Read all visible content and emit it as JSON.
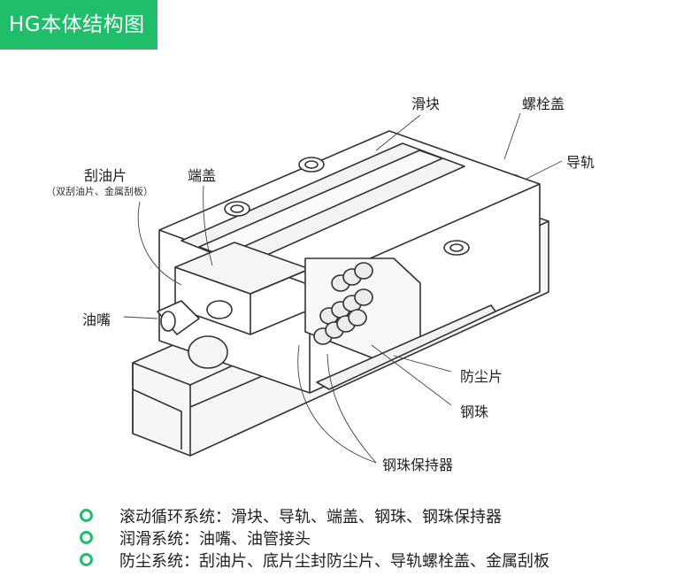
{
  "header": {
    "title": "HG本体结构图"
  },
  "labels": {
    "slider": "滑块",
    "bolt_cap": "螺栓盖",
    "rail": "导轨",
    "scraper": "刮油片",
    "scraper_note": "（双刮油片、金属刮板）",
    "end_cap": "端盖",
    "grease_nipple": "油嘴",
    "dust_strip": "防尘片",
    "steel_ball": "钢珠",
    "ball_retainer": "钢珠保持器"
  },
  "legend": {
    "items": [
      "滚动循环系统：滑块、导轨、端盖、钢珠、钢珠保持器",
      "润滑系统：油嘴、油管接头",
      "防尘系统：刮油片、底片尘封防尘片、导轨螺栓盖、金属刮板"
    ]
  },
  "colors": {
    "accent": "#1fbe6b",
    "line": "#333333"
  }
}
